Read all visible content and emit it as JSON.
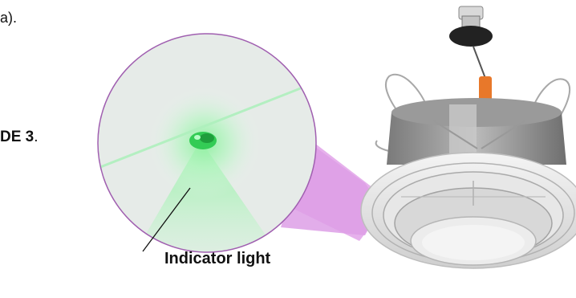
{
  "text_fragment_top": "a).",
  "text_fragment_mode": "DE 3",
  "text_fragment_mode_suffix": ".",
  "callout_label": "Indicator light",
  "colors": {
    "highlight": "#e3a9ea",
    "circle_border": "#a05fb0",
    "indicator_green": "#33cc55",
    "tab_orange": "#e8782a"
  },
  "icons": {
    "fixture": "recessed-led-light-fixture",
    "indicator": "green-led-indicator"
  }
}
